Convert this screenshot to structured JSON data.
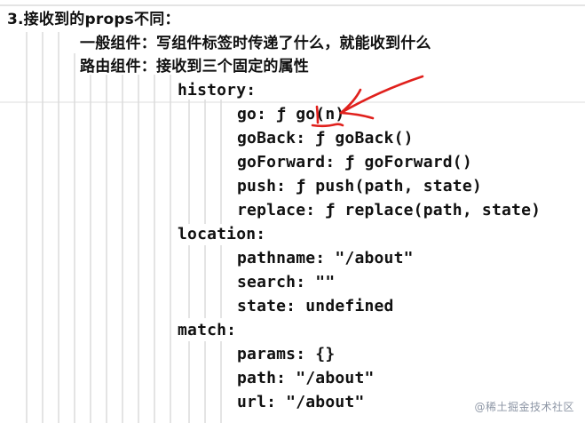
{
  "doc": {
    "top_fragment": "▪ ▪  ▪ ▪  ▪ ▪  ▪▪ ▪",
    "lines": [
      {
        "key": "l01",
        "text": "3.接收到的props不同：",
        "cn": true
      },
      {
        "key": "l02",
        "text": "一般组件：写组件标签时传递了什么，就能收到什么",
        "cn": true
      },
      {
        "key": "l03",
        "text": "路由组件：接收到三个固定的属性",
        "cn": true
      },
      {
        "key": "l04",
        "text": "history:",
        "cn": false
      },
      {
        "key": "l05",
        "text": "go: ƒ go(n)",
        "cn": false
      },
      {
        "key": "l06",
        "text": "goBack: ƒ goBack()",
        "cn": false
      },
      {
        "key": "l07",
        "text": "goForward: ƒ goForward()",
        "cn": false
      },
      {
        "key": "l08",
        "text": "push: ƒ push(path, state)",
        "cn": false
      },
      {
        "key": "l09",
        "text": "replace: ƒ replace(path, state)",
        "cn": false
      },
      {
        "key": "l10",
        "text": "location:",
        "cn": false
      },
      {
        "key": "l11",
        "text": "pathname: \"/about\"",
        "cn": false
      },
      {
        "key": "l12",
        "text": "search: \"\"",
        "cn": false
      },
      {
        "key": "l13",
        "text": "state: undefined",
        "cn": false
      },
      {
        "key": "l14",
        "text": "match:",
        "cn": false
      },
      {
        "key": "l15",
        "text": "params: {}",
        "cn": false
      },
      {
        "key": "l16",
        "text": "path: \"/about\"",
        "cn": false
      },
      {
        "key": "l17",
        "text": "url: \"/about\"",
        "cn": false
      }
    ]
  },
  "watermark": "@稀土掘金技术社区",
  "colors": {
    "text": "#111111",
    "guide_line": "#c8c8c8",
    "annotation": "#e0201c",
    "watermark": "#8d96a5"
  }
}
